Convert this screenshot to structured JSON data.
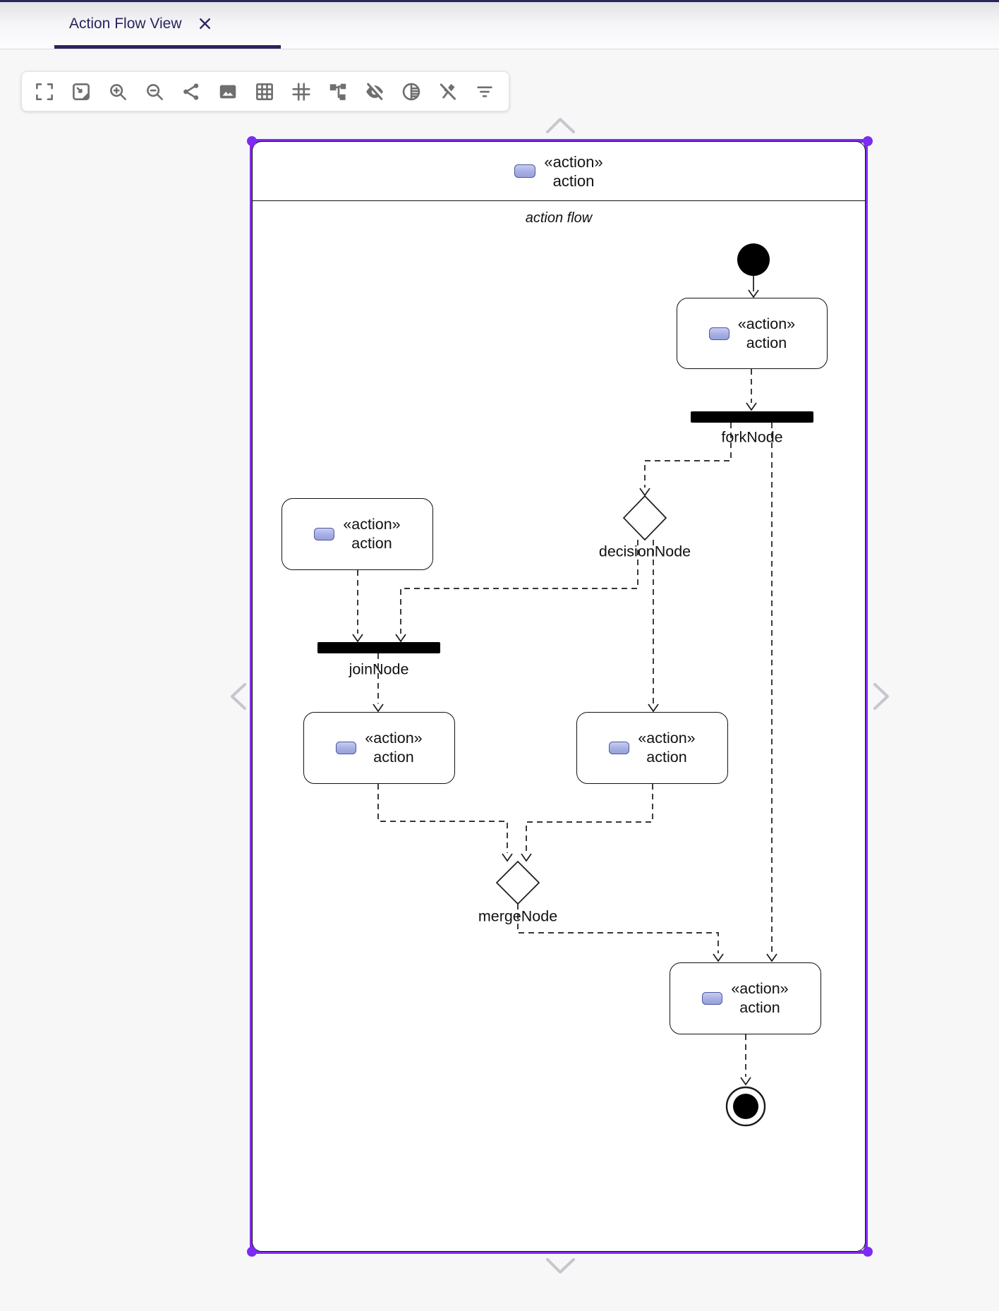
{
  "tab": {
    "title": "Action Flow View"
  },
  "toolbar": {
    "icons": [
      "fullscreen",
      "fit-to-screen",
      "zoom-in",
      "zoom-out",
      "share",
      "export-image",
      "grid",
      "snap-to-grid",
      "arrange-all",
      "hide-elements",
      "contrast",
      "unpin-elements",
      "filter-elements"
    ]
  },
  "diagram": {
    "frame": {
      "stereotype": "«action»",
      "name": "action",
      "subtitle": "action flow"
    },
    "action": {
      "stereotype": "«action»",
      "name": "action"
    },
    "nodes": {
      "fork": {
        "label": "forkNode"
      },
      "decision": {
        "label": "decisionNode"
      },
      "join": {
        "label": "joinNode"
      },
      "merge": {
        "label": "mergeNode"
      }
    },
    "colors": {
      "selection": "#7c2bf2",
      "tab_accent": "#282460",
      "action_icon_fill": "#a6afe2",
      "action_icon_border": "#4d57a0",
      "edge": "#1a1a1a",
      "toolbar_icon": "#6f6f6f"
    }
  }
}
